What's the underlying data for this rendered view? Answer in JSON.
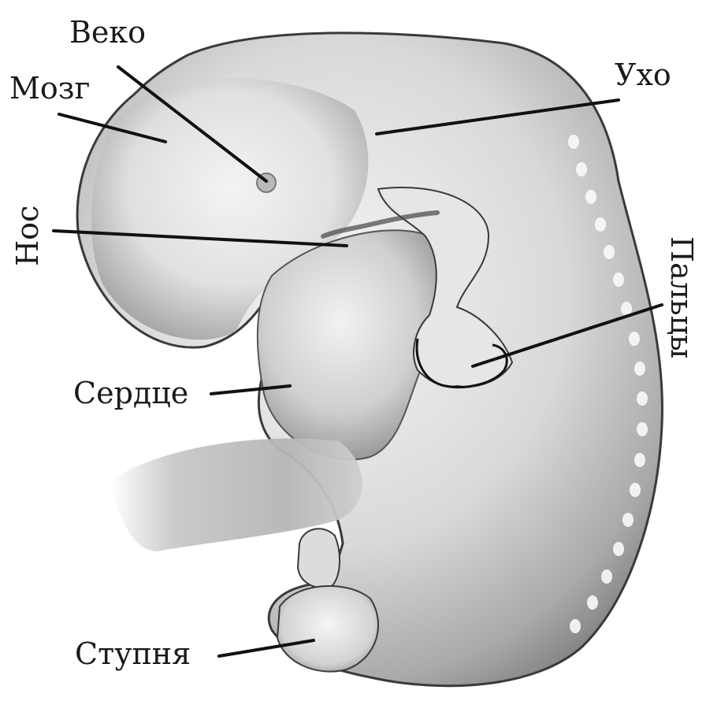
{
  "labels": {
    "eyelid": "Веко",
    "brain": "Мозг",
    "ear": "Ухо",
    "nose": "Нос",
    "fingers": "Пальцы",
    "heart": "Сердце",
    "foot": "Ступня"
  },
  "colors": {
    "outline": "#3a3a3a",
    "skin_light": "#f2f2f2",
    "skin_mid": "#c9c9c9",
    "skin_dark": "#8c8c8c",
    "leader_line": "#111111",
    "text": "#1a1a1a"
  }
}
